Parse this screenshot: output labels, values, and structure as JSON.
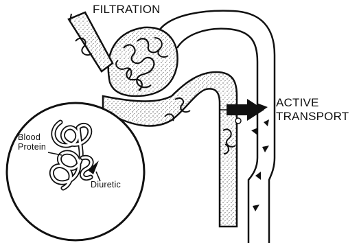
{
  "labels": {
    "filtration": "FILTRATION",
    "active_transport_line1": "ACTIVE",
    "active_transport_line2": "TRANSPORT",
    "blood_protein_line1": "Blood",
    "blood_protein_line2": "Protein",
    "diuretic": "Diuretic"
  },
  "colors": {
    "ink": "#111111",
    "stipple": "#6a6a6a",
    "background": "#ffffff"
  }
}
